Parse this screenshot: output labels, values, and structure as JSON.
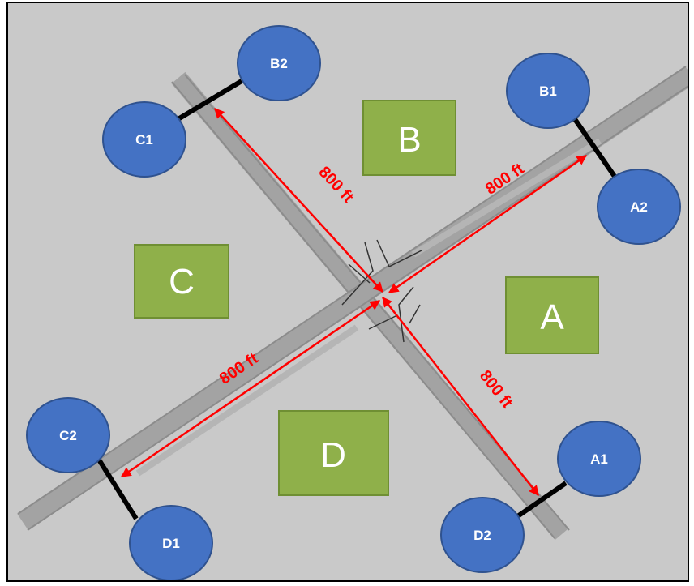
{
  "colors": {
    "background": "#c9c9c9",
    "road": "#a3a3a3",
    "road_edge": "#8c8c8c",
    "quadrant_fill": "#8fb04a",
    "quadrant_border": "#6f8f33",
    "node_fill": "#4472c4",
    "node_border": "#2f528f",
    "link": "#000000",
    "arrow": "#ff0000",
    "stop_bar": "#333333"
  },
  "quadrants": [
    {
      "id": "A",
      "label": "A"
    },
    {
      "id": "B",
      "label": "B"
    },
    {
      "id": "C",
      "label": "C"
    },
    {
      "id": "D",
      "label": "D"
    }
  ],
  "nodes": [
    {
      "id": "B2",
      "label": "B2"
    },
    {
      "id": "C1",
      "label": "C1"
    },
    {
      "id": "B1",
      "label": "B1"
    },
    {
      "id": "A2",
      "label": "A2"
    },
    {
      "id": "C2",
      "label": "C2"
    },
    {
      "id": "D1",
      "label": "D1"
    },
    {
      "id": "A1",
      "label": "A1"
    },
    {
      "id": "D2",
      "label": "D2"
    }
  ],
  "distances": [
    {
      "id": "upper-left",
      "label": "800 ft"
    },
    {
      "id": "upper-right",
      "label": "800 ft"
    },
    {
      "id": "lower-left",
      "label": "800 ft"
    },
    {
      "id": "lower-right",
      "label": "800 ft"
    }
  ]
}
